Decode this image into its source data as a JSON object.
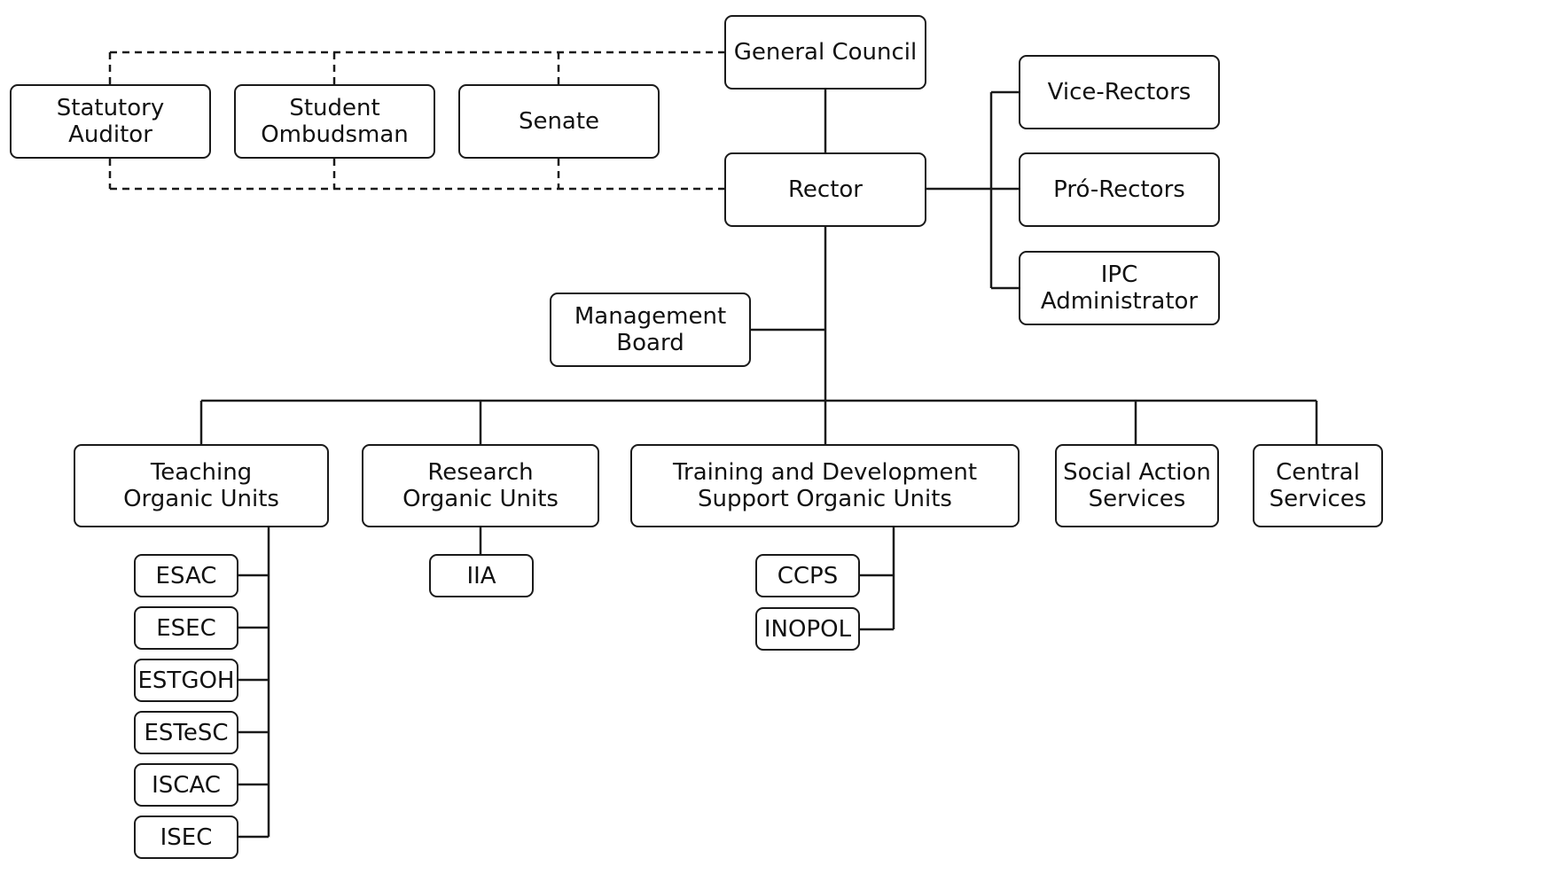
{
  "org_chart": {
    "nodes": {
      "general_council": "General Council",
      "rector": "Rector",
      "statutory_auditor": "Statutory\nAuditor",
      "student_ombudsman": "Student\nOmbudsman",
      "senate": "Senate",
      "vice_rectors": "Vice-Rectors",
      "pro_rectors": "Pró-Rectors",
      "ipc_administrator": "IPC\nAdministrator",
      "management_board": "Management\nBoard",
      "teaching_units": "Teaching\nOrganic Units",
      "research_units": "Research\nOrganic Units",
      "training_units": "Training and Development\nSupport Organic Units",
      "social_action": "Social Action\nServices",
      "central_services": "Central\nServices",
      "esac": "ESAC",
      "esec": "ESEC",
      "estgoh": "ESTGOH",
      "estesc": "ESTeSC",
      "iscac": "ISCAC",
      "isec": "ISEC",
      "iia": "IIA",
      "ccps": "CCPS",
      "inopol": "INOPOL"
    },
    "colors": {
      "line": "#1a1a1a",
      "box_fill": "#ffffff",
      "text": "#111111"
    }
  }
}
